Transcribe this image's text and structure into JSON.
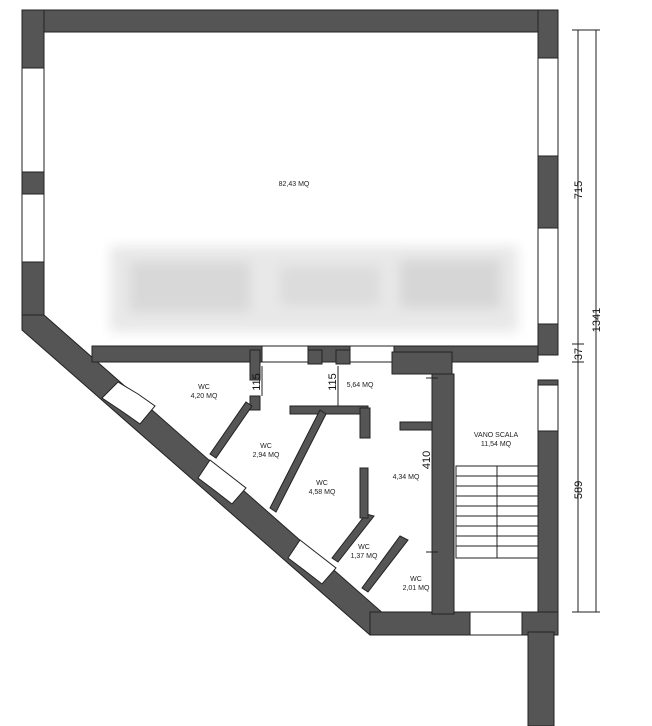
{
  "rooms": [
    {
      "id": "main",
      "name": "",
      "area": "82,43 MQ"
    },
    {
      "id": "wc1",
      "name": "WC",
      "area": "4,20 MQ"
    },
    {
      "id": "room564",
      "name": "",
      "area": "5,64 MQ"
    },
    {
      "id": "wc2",
      "name": "WC",
      "area": "2,94 MQ"
    },
    {
      "id": "wc3",
      "name": "WC",
      "area": "4,58 MQ"
    },
    {
      "id": "room434",
      "name": "",
      "area": "4,34 MQ"
    },
    {
      "id": "stair",
      "name": "VANO SCALA",
      "area": "11,54 MQ"
    },
    {
      "id": "wc4",
      "name": "WC",
      "area": "1,37 MQ"
    },
    {
      "id": "wc5",
      "name": "WC",
      "area": "2,01 MQ"
    }
  ],
  "dimensions": {
    "d715": "715",
    "d37": "37",
    "d1341": "1341",
    "d589": "589",
    "d115a": "115",
    "d115b": "115",
    "d410": "410"
  },
  "colors": {
    "wall": "#555555",
    "outline": "#222222"
  }
}
